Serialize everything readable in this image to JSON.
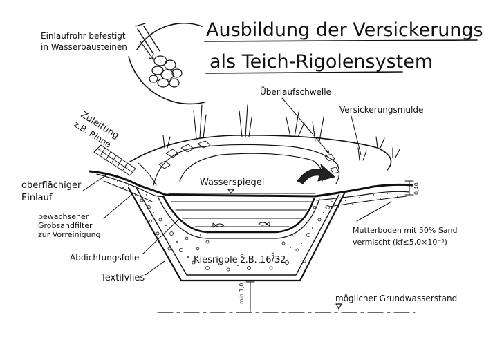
{
  "title": {
    "line1": "Ausbildung der Versickerungsanlage",
    "line2": "als Teich-Rigolensystem"
  },
  "labels": {
    "einlaufrohr_line1": "Einlaufrohr befestigt",
    "einlaufrohr_line2": "in Wasserbausteinen",
    "zuleitung_line1": "Zuleitung",
    "zuleitung_line2": "z.B. Rinne",
    "ueberlaufschwelle": "Überlaufschwelle",
    "versickerungsmulde": "Versickerungsmulde",
    "wasserspiegel": "Wasserspiegel",
    "oberflaechiger_line1": "oberflächiger",
    "oberflaechiger_line2": "Einlauf",
    "bewachsener_line1": "bewachsener",
    "bewachsener_line2": "Grobsandfilter",
    "bewachsener_line3": "zur Vorreinigung",
    "abdichtungsfolie": "Abdichtungsfolie",
    "textilvlies": "Textilvlies",
    "kiesrigole": "Kiesrigole z.B. 16/32",
    "mutterboden_line1": "Mutterboden mit 50% Sand",
    "mutterboden_line2": "vermischt (kf≤5,0×10⁻⁵)",
    "grundwasser": "möglicher Grundwasserstand",
    "dim_right": "0,40",
    "dim_min": "min 1,0"
  }
}
